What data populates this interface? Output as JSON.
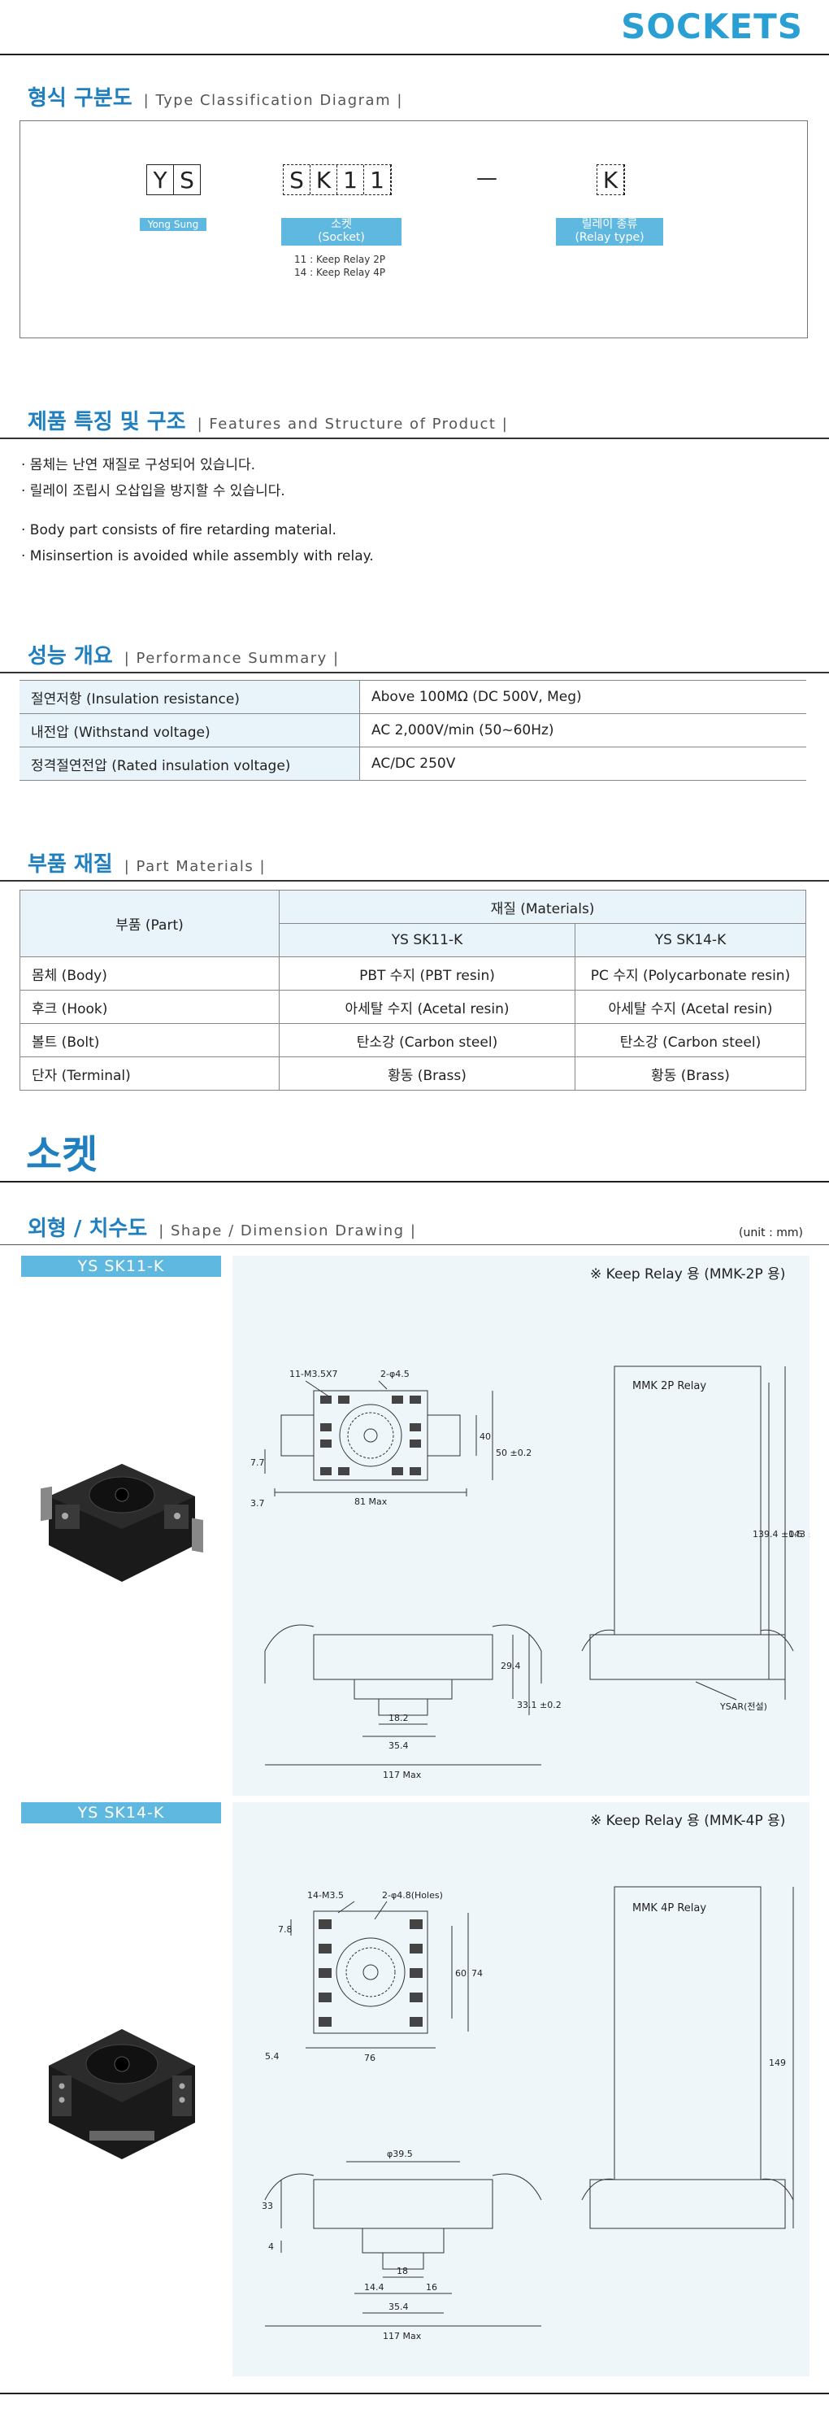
{
  "header": {
    "title": "SOCKETS"
  },
  "type_section": {
    "title_ko": "형식 구분도",
    "title_en": "| Type Classification Diagram |",
    "code1": [
      "Y",
      "S"
    ],
    "code2": [
      "S",
      "K",
      "1",
      "1"
    ],
    "dash": "—",
    "code3": [
      "K"
    ],
    "tag1": "Yong Sung",
    "tag2_line1": "소켓",
    "tag2_line2": "(Socket)",
    "note1": "11 : Keep Relay 2P",
    "note2": "14 : Keep Relay 4P",
    "tag3_line1": "릴레이 종류",
    "tag3_line2": "(Relay type)"
  },
  "features": {
    "title_ko": "제품 특징 및 구조",
    "title_en": "| Features and Structure of Product |",
    "items": [
      "· 몸체는 난연 재질로 구성되어 있습니다.",
      "· 릴레이 조립시 오삽입을 방지할 수 있습니다.",
      "· Body part consists of fire retarding material.",
      "· Misinsertion is avoided while assembly with relay."
    ]
  },
  "performance": {
    "title_ko": "성능 개요",
    "title_en": "| Performance Summary |",
    "rows": [
      {
        "k": "절연저항 (Insulation resistance)",
        "v": "Above 100MΩ (DC 500V, Meg)"
      },
      {
        "k": "내전압 (Withstand voltage)",
        "v": "AC 2,000V/min (50~60Hz)"
      },
      {
        "k": "정격절연전압 (Rated insulation voltage)",
        "v": "AC/DC 250V"
      }
    ]
  },
  "materials": {
    "title_ko": "부품 재질",
    "title_en": "| Part Materials |",
    "part_header": "부품 (Part)",
    "materials_header": "재질 (Materials)",
    "col1": "YS SK11-K",
    "col2": "YS SK14-K",
    "rows": [
      {
        "part": "몸체 (Body)",
        "a": "PBT 수지 (PBT resin)",
        "b": "PC 수지 (Polycarbonate resin)"
      },
      {
        "part": "후크 (Hook)",
        "a": "아세탈 수지 (Acetal resin)",
        "b": "아세탈 수지 (Acetal resin)"
      },
      {
        "part": "볼트 (Bolt)",
        "a": "탄소강 (Carbon steel)",
        "b": "탄소강 (Carbon steel)"
      },
      {
        "part": "단자 (Terminal)",
        "a": "황동 (Brass)",
        "b": "황동 (Brass)"
      }
    ]
  },
  "socket_title": "소켓",
  "dimension": {
    "title_ko": "외형 / 치수도",
    "title_en": "| Shape / Dimension Drawing |",
    "unit": "(unit : mm)",
    "m1": {
      "name": "YS SK11-K",
      "note": "※ Keep Relay 용 (MMK-2P 용)",
      "relay_label": "MMK 2P Relay",
      "d_holes": "11-M3.5X7",
      "d_phi": "2-φ4.5",
      "d_40": "40",
      "d_50": "50 ±0.2",
      "d_77": "7.7",
      "d_37": "3.7",
      "d_81": "81 Max",
      "d_294": "29.4",
      "d_331": "33.1 ±0.2",
      "d_182": "18.2",
      "d_354": "35.4",
      "d_117": "117 Max",
      "d_1394": "139.4 ±0.5",
      "d_143": "143 ±0.5",
      "d_ysar": "YSAR(전설)"
    },
    "m2": {
      "name": "YS SK14-K",
      "note": "※ Keep Relay 용 (MMK-4P 용)",
      "relay_label": "MMK 4P Relay",
      "d_holes": "14-M3.5",
      "d_phi": "2-φ4.8(Holes)",
      "d_78": "7.8",
      "d_60": "60",
      "d_74": "74",
      "d_54": "5.4",
      "d_76": "76",
      "d_395": "φ39.5",
      "d_33": "33",
      "d_4": "4",
      "d_18": "18",
      "d_144": "14.4",
      "d_16": "16",
      "d_354": "35.4",
      "d_117": "117 Max",
      "d_149": "149"
    }
  }
}
